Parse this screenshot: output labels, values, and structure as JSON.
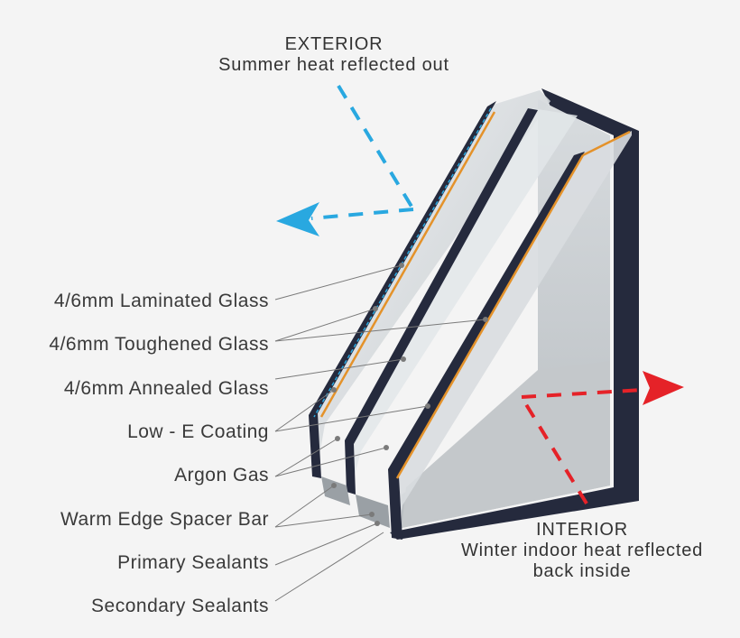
{
  "exterior": {
    "title": "EXTERIOR",
    "subtitle": "Summer heat reflected out"
  },
  "interior": {
    "title": "INTERIOR",
    "line1": "Winter indoor heat reflected",
    "line2": "back inside"
  },
  "labels": [
    "4/6mm Laminated Glass",
    "4/6mm Toughened Glass",
    "4/6mm Annealed Glass",
    "Low - E Coating",
    "Argon Gas",
    "Warm Edge Spacer Bar",
    "Primary Sealants",
    "Secondary Sealants"
  ],
  "colors": {
    "exterior_arrow": "#29a8e0",
    "interior_arrow": "#e52228",
    "frame": "#252a3d",
    "coating": "#e4922a",
    "glass": "#dfe3e6"
  }
}
